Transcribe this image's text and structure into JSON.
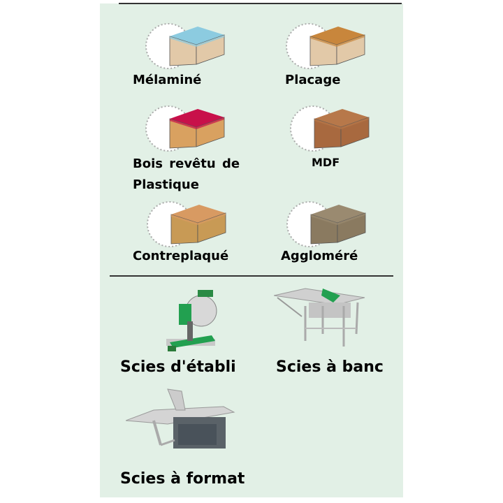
{
  "materials": [
    {
      "label": "Mélaminé",
      "top_color": "#8ccbe0",
      "side_color": "#e2c9a8"
    },
    {
      "label": "Placage",
      "top_color": "#c8863c",
      "side_color": "#e2c9a8"
    },
    {
      "label": "Bois revêtu de",
      "label2": "Plastique",
      "top_color": "#c8104a",
      "side_color": "#d9a160"
    },
    {
      "label": "MDF",
      "top_color": "#b7784a",
      "side_color": "#a8693f"
    },
    {
      "label": "Contreplaqué",
      "top_color": "#d89a62",
      "side_color": "#c89a55"
    },
    {
      "label": "Aggloméré",
      "top_color": "#9a8a70",
      "side_color": "#8a7a60"
    }
  ],
  "saws": [
    {
      "label": "Scies d'établi",
      "accent": "#22a050"
    },
    {
      "label": "Scies à banc",
      "accent": "#22a050"
    },
    {
      "label": "Scies à format",
      "accent": "#555c60"
    }
  ]
}
